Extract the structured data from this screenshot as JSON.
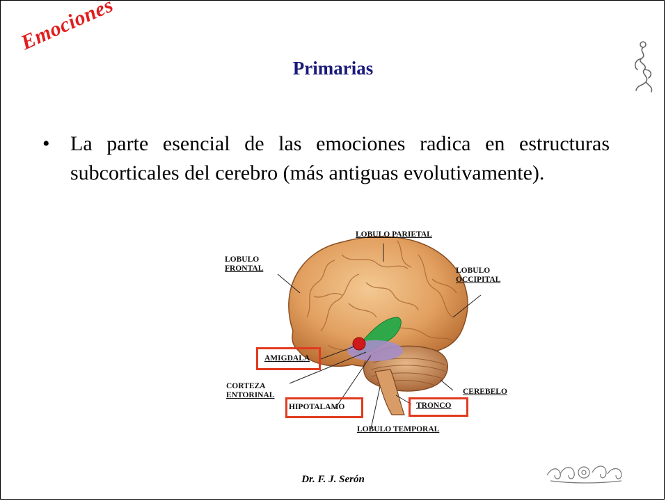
{
  "slide": {
    "section_tag": "Emociones",
    "title": "Primarias",
    "bullets": [
      "La parte esencial de las emociones radica en estructuras subcorticales del cerebro (más antiguas evolutivamente)."
    ],
    "bullet_marker": "•",
    "footer": "Dr. F. J. Serón"
  },
  "brain_labels": {
    "lobulo_parietal": "LOBULO PARIETAL",
    "lobulo_frontal_1": "LOBULO",
    "lobulo_frontal_2": "FRONTAL",
    "lobulo_occipital_1": "LOBULO",
    "lobulo_occipital_2": "OCCIPITAL",
    "amigdala": "AMIGDALA",
    "corteza_1": "CORTEZA",
    "corteza_2": "ENTORINAL",
    "hipotalamo": "HIPOTALAMO",
    "tronco": "TRONCO",
    "cerebelo": "CEREBELO",
    "lobulo_temporal": "LOBULO TEMPORAL"
  },
  "colors": {
    "tag": "#e21d1d",
    "title": "#1a1a7a",
    "highlight_box": "#e23a1f",
    "brain": "#e2a060",
    "amygdala": "#d01a1a",
    "hippocampus": "#2fa84a",
    "hypothalamus_region": "#a58ec8"
  }
}
